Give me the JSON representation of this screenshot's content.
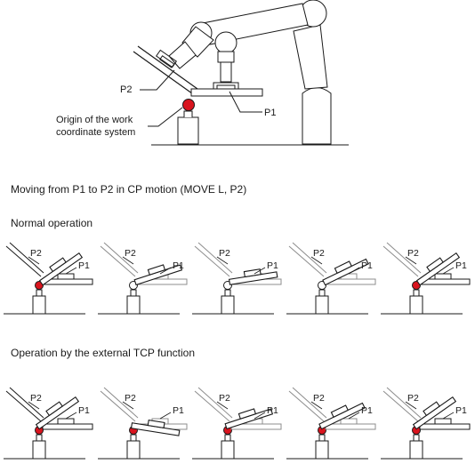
{
  "top_figure": {
    "label_p2": "P2",
    "label_p1": "P1",
    "origin_label_line1": "Origin of the work",
    "origin_label_line2": "coordinate system"
  },
  "headings": {
    "moving": "Moving from P1 to P2 in CP motion (MOVE L, P2)",
    "normal": "Normal operation",
    "external": "Operation by the external TCP function"
  },
  "step_labels": {
    "p2": "P2",
    "p1": "P1"
  },
  "normal_row": {
    "steps": [
      {
        "hand_angle": -35,
        "ball": "red"
      },
      {
        "hand_angle": -18,
        "ball": "white"
      },
      {
        "hand_angle": -9,
        "ball": "white"
      },
      {
        "hand_angle": -26,
        "ball": "white"
      },
      {
        "hand_angle": -35,
        "ball": "red"
      }
    ]
  },
  "external_row": {
    "steps": [
      {
        "hand_angle": -35,
        "ball": "red"
      },
      {
        "hand_angle": 9,
        "ball": "red"
      },
      {
        "hand_angle": -18,
        "ball": "red"
      },
      {
        "hand_angle": -26,
        "ball": "red"
      },
      {
        "hand_angle": -35,
        "ball": "red"
      }
    ]
  },
  "colors": {
    "line": "#1a1a1a",
    "ghost": "#8c8c8c",
    "ball_red": "#d9141e",
    "ball_white": "#ffffff"
  }
}
